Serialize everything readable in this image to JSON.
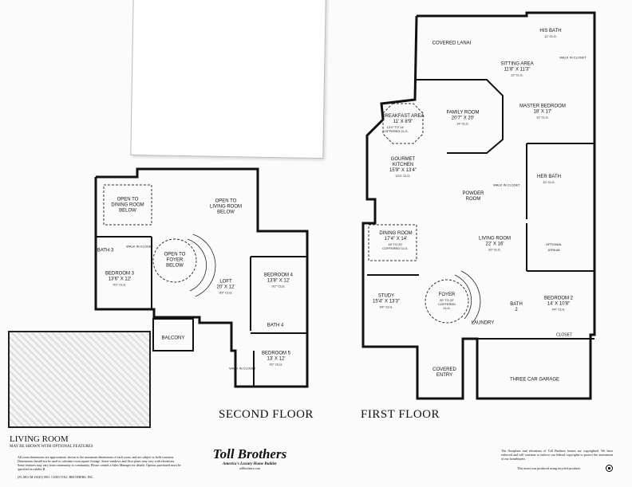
{
  "second_floor": {
    "title": "SECOND FLOOR",
    "rooms": [
      {
        "name": "OPEN TO DINING ROOM BELOW",
        "dims": "",
        "ceiling": ""
      },
      {
        "name": "OPEN TO LIVING ROOM BELOW",
        "dims": "",
        "ceiling": ""
      },
      {
        "name": "BATH 3",
        "dims": "",
        "ceiling": ""
      },
      {
        "name": "WALK IN CLOSET",
        "dims": "",
        "ceiling": ""
      },
      {
        "name": "OPEN TO FOYER BELOW",
        "dims": "",
        "ceiling": ""
      },
      {
        "name": "BEDROOM 3",
        "dims": "13'6\" X 12'",
        "ceiling": "9'2\" CLG."
      },
      {
        "name": "LOFT",
        "dims": "20' X 12'",
        "ceiling": "9'2\" CLG."
      },
      {
        "name": "BEDROOM 4",
        "dims": "13'8\" X 12'",
        "ceiling": "9'2\" CLG."
      },
      {
        "name": "BATH 4",
        "dims": "",
        "ceiling": ""
      },
      {
        "name": "BALCONY",
        "dims": "",
        "ceiling": ""
      },
      {
        "name": "BEDROOM 5",
        "dims": "13' X 12'",
        "ceiling": "9'2\" CLG."
      },
      {
        "name": "WALK IN CLOSET",
        "dims": "",
        "ceiling": ""
      }
    ]
  },
  "first_floor": {
    "title": "FIRST FLOOR",
    "rooms": [
      {
        "name": "COVERED LANAI",
        "dims": "",
        "ceiling": ""
      },
      {
        "name": "HIS BATH",
        "dims": "",
        "ceiling": "12' CLG."
      },
      {
        "name": "WALK IN CLOSET",
        "dims": "",
        "ceiling": ""
      },
      {
        "name": "SITTING AREA",
        "dims": "11'8\" X 11'3\"",
        "ceiling": "12' CLG."
      },
      {
        "name": "FAMILY ROOM",
        "dims": "20'7\" X 20'",
        "ceiling": "14' CLG."
      },
      {
        "name": "MASTER BEDROOM",
        "dims": "18' X 17'",
        "ceiling": "12' CLG."
      },
      {
        "name": "BREAKFAST AREA",
        "dims": "11' X 8'9\"",
        "ceiling": "13'4\" TO 14' COFFERED CLG."
      },
      {
        "name": "GOURMET KITCHEN",
        "dims": "15'9\" X 13'4\"",
        "ceiling": "10'4\" CLG."
      },
      {
        "name": "POWDER ROOM",
        "dims": "",
        "ceiling": ""
      },
      {
        "name": "WALK IN CLOSET",
        "dims": "",
        "ceiling": ""
      },
      {
        "name": "HER BATH",
        "dims": "",
        "ceiling": "12' CLG."
      },
      {
        "name": "DINING ROOM",
        "dims": "17'4\" X 14'",
        "ceiling": "18' TO 20' COFFERED CLG."
      },
      {
        "name": "LIVING ROOM",
        "dims": "22' X 16'",
        "ceiling": "20' CLG."
      },
      {
        "name": "OPTIONAL ATRIUM",
        "dims": "",
        "ceiling": ""
      },
      {
        "name": "STUDY",
        "dims": "15'4\" X 13'3\"",
        "ceiling": "9'4\" CLG."
      },
      {
        "name": "FOYER",
        "dims": "",
        "ceiling": "20' TO 22' COFFERED CLG."
      },
      {
        "name": "BATH 2",
        "dims": "",
        "ceiling": ""
      },
      {
        "name": "BEDROOM 2",
        "dims": "14' X 10'8\"",
        "ceiling": "9'4\" CLG."
      },
      {
        "name": "LAUNDRY",
        "dims": "",
        "ceiling": ""
      },
      {
        "name": "CLOSET",
        "dims": "",
        "ceiling": ""
      },
      {
        "name": "COVERED ENTRY",
        "dims": "",
        "ceiling": ""
      },
      {
        "name": "THREE CAR GARAGE",
        "dims": "",
        "ceiling": ""
      }
    ]
  },
  "illustration": {
    "caption": "LIVING ROOM",
    "subcaption": "MAY BE SHOWN WITH OPTIONAL FEATURES"
  },
  "disclaimer": "All room dimensions are approximate, shown to the maximum dimensions of each room, and are subject to field variation. Dimensions should not be used to calculate room square footage. Some windows and floor plans may vary with elevations. Some features may vary from community to community. Please consult a Sales Manager for details. Options purchased must be specified in exhibit B.",
  "copyright_line": "(FL.MCCM.10025) 0911 ©2003 TOLL BROTHERS, INC.",
  "brand": {
    "name": "Toll Brothers",
    "tagline": "America's Luxury Home Builder",
    "url": "tollbrothers.com"
  },
  "notice": "The floorplans and elevations of Toll Brothers homes are copyrighted. We have enforced and will continue to enforce our federal copyrights to protect the investment of our homebuyers.",
  "recycled": "This insert was produced using recycled products.",
  "colors": {
    "ink": "#111111",
    "paper": "#fbfbfb"
  }
}
